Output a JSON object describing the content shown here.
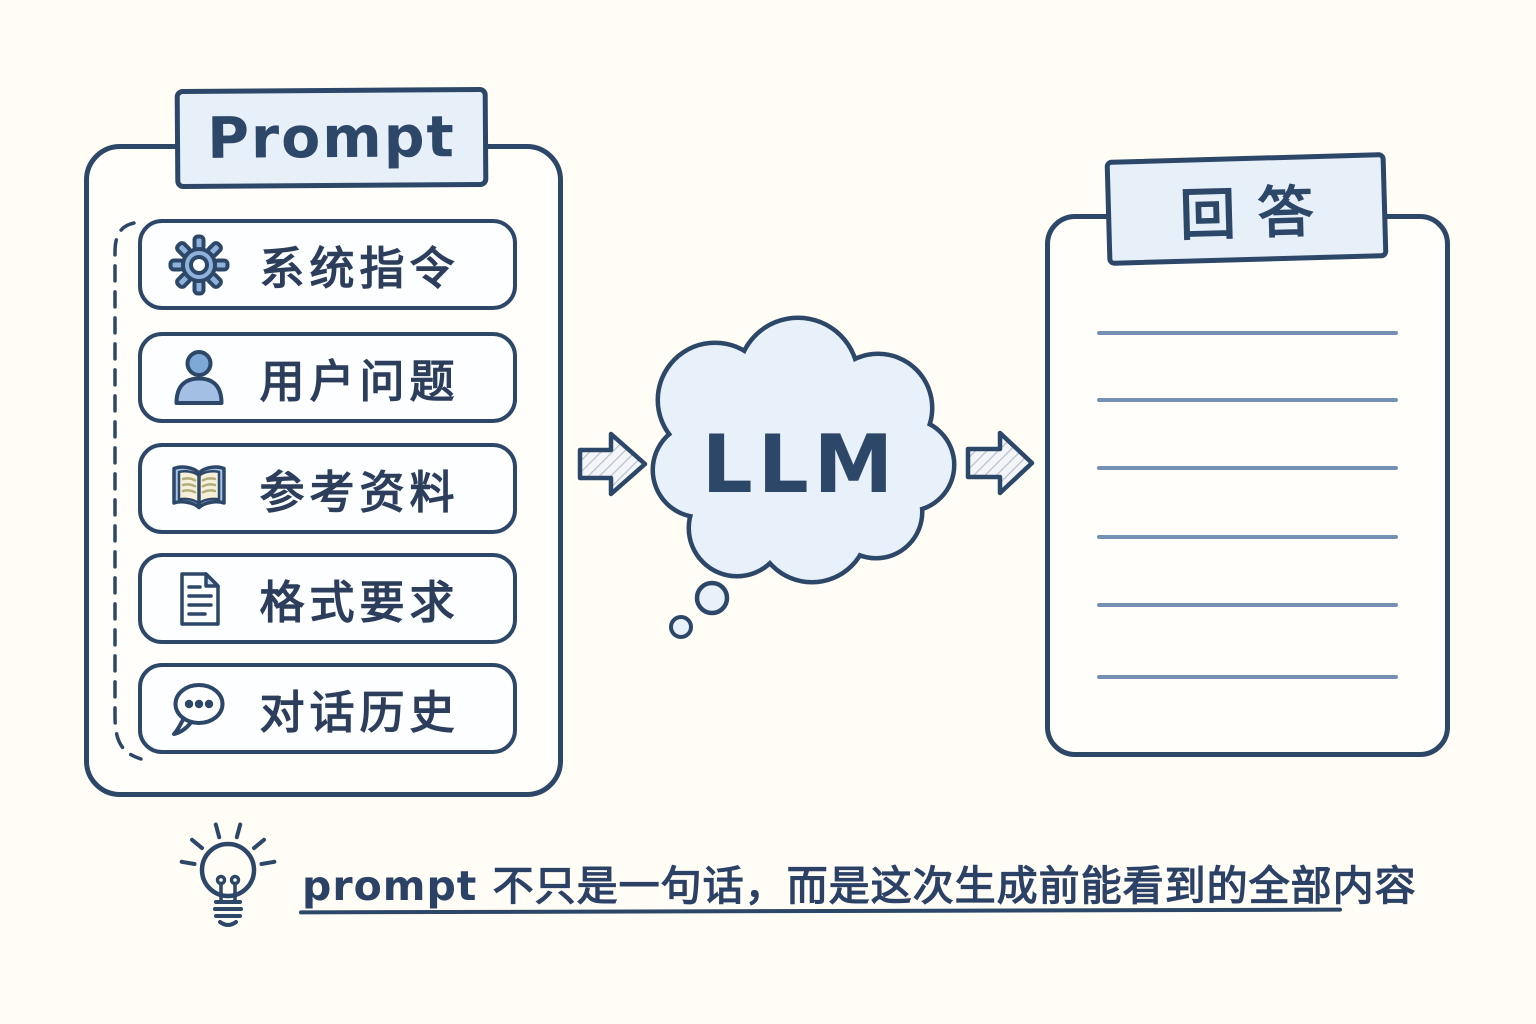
{
  "colors": {
    "background": "#fffdf5",
    "outline_navy": "#2d4768",
    "panel_fill": "#fffefb",
    "banner_fill": "#e7eff8",
    "cloud_fill": "#e8f0f9",
    "icon_blue": "#8fb2dc",
    "icon_blue_light": "#a3c0e4",
    "book_page_cream": "#f6f0da",
    "answer_line_blue": "#7590b5",
    "text_navy": "#2c3e5c"
  },
  "prompt_panel": {
    "title": "Prompt",
    "items": [
      {
        "icon": "gear-icon",
        "label": "系统指令"
      },
      {
        "icon": "user-icon",
        "label": "用户问题"
      },
      {
        "icon": "open-book-icon",
        "label": "参考资料"
      },
      {
        "icon": "document-icon",
        "label": "格式要求"
      },
      {
        "icon": "chat-bubble-icon",
        "label": "对话历史"
      }
    ]
  },
  "llm_cloud": {
    "label": "LLM"
  },
  "answer_panel": {
    "title": "回答",
    "placeholder_line_count": 6
  },
  "tip": {
    "icon": "lightbulb-icon",
    "text": "prompt 不只是一句话，而是这次生成前能看到的全部内容"
  }
}
